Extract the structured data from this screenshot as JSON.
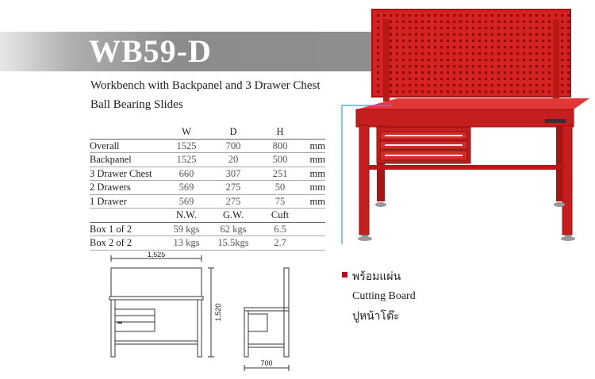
{
  "header": {
    "model": "WB59-D",
    "subtitle_line1": "Workbench with  Backpanel and 3 Drawer Chest",
    "subtitle_line2": "Ball Bearing Slides"
  },
  "spec_table": {
    "dim_headers": [
      "W",
      "D",
      "H"
    ],
    "dim_rows": [
      {
        "label": "Overall",
        "w": "1525",
        "d": "700",
        "h": "800",
        "unit": "mm"
      },
      {
        "label": "Backpanel",
        "w": "1525",
        "d": "20",
        "h": "500",
        "unit": "mm"
      },
      {
        "label": "3 Drawer Chest",
        "w": "660",
        "d": "307",
        "h": "251",
        "unit": "mm"
      },
      {
        "label": "2 Drawers",
        "w": "569",
        "d": "275",
        "h": "50",
        "unit": "mm"
      },
      {
        "label": "1 Drawer",
        "w": "569",
        "d": "275",
        "h": "75",
        "unit": "mm"
      }
    ],
    "box_headers": [
      "N.W.",
      "G.W.",
      "Cuft"
    ],
    "box_rows": [
      {
        "label": "Box 1 of 2",
        "nw": "59 kgs",
        "gw": "62 kgs",
        "cuft": "6.5"
      },
      {
        "label": "Box 2 of 2",
        "nw": "13 kgs",
        "gw": "15.5kgs",
        "cuft": "2.7"
      }
    ]
  },
  "drawing": {
    "width_label": "1,525",
    "height_label": "1,520",
    "depth_label": "700"
  },
  "callout": {
    "line1_th": "พร้อมแผ่น",
    "line2_en": "Cutting Board",
    "line3_th": "ปูหน้าโต๊ะ"
  },
  "colors": {
    "bench_red": "#d42222",
    "bench_dark": "#a81414",
    "banner_gray": "#8c8c8c",
    "bullet_red": "#d0021b",
    "callout_line": "#2aa7d8"
  }
}
